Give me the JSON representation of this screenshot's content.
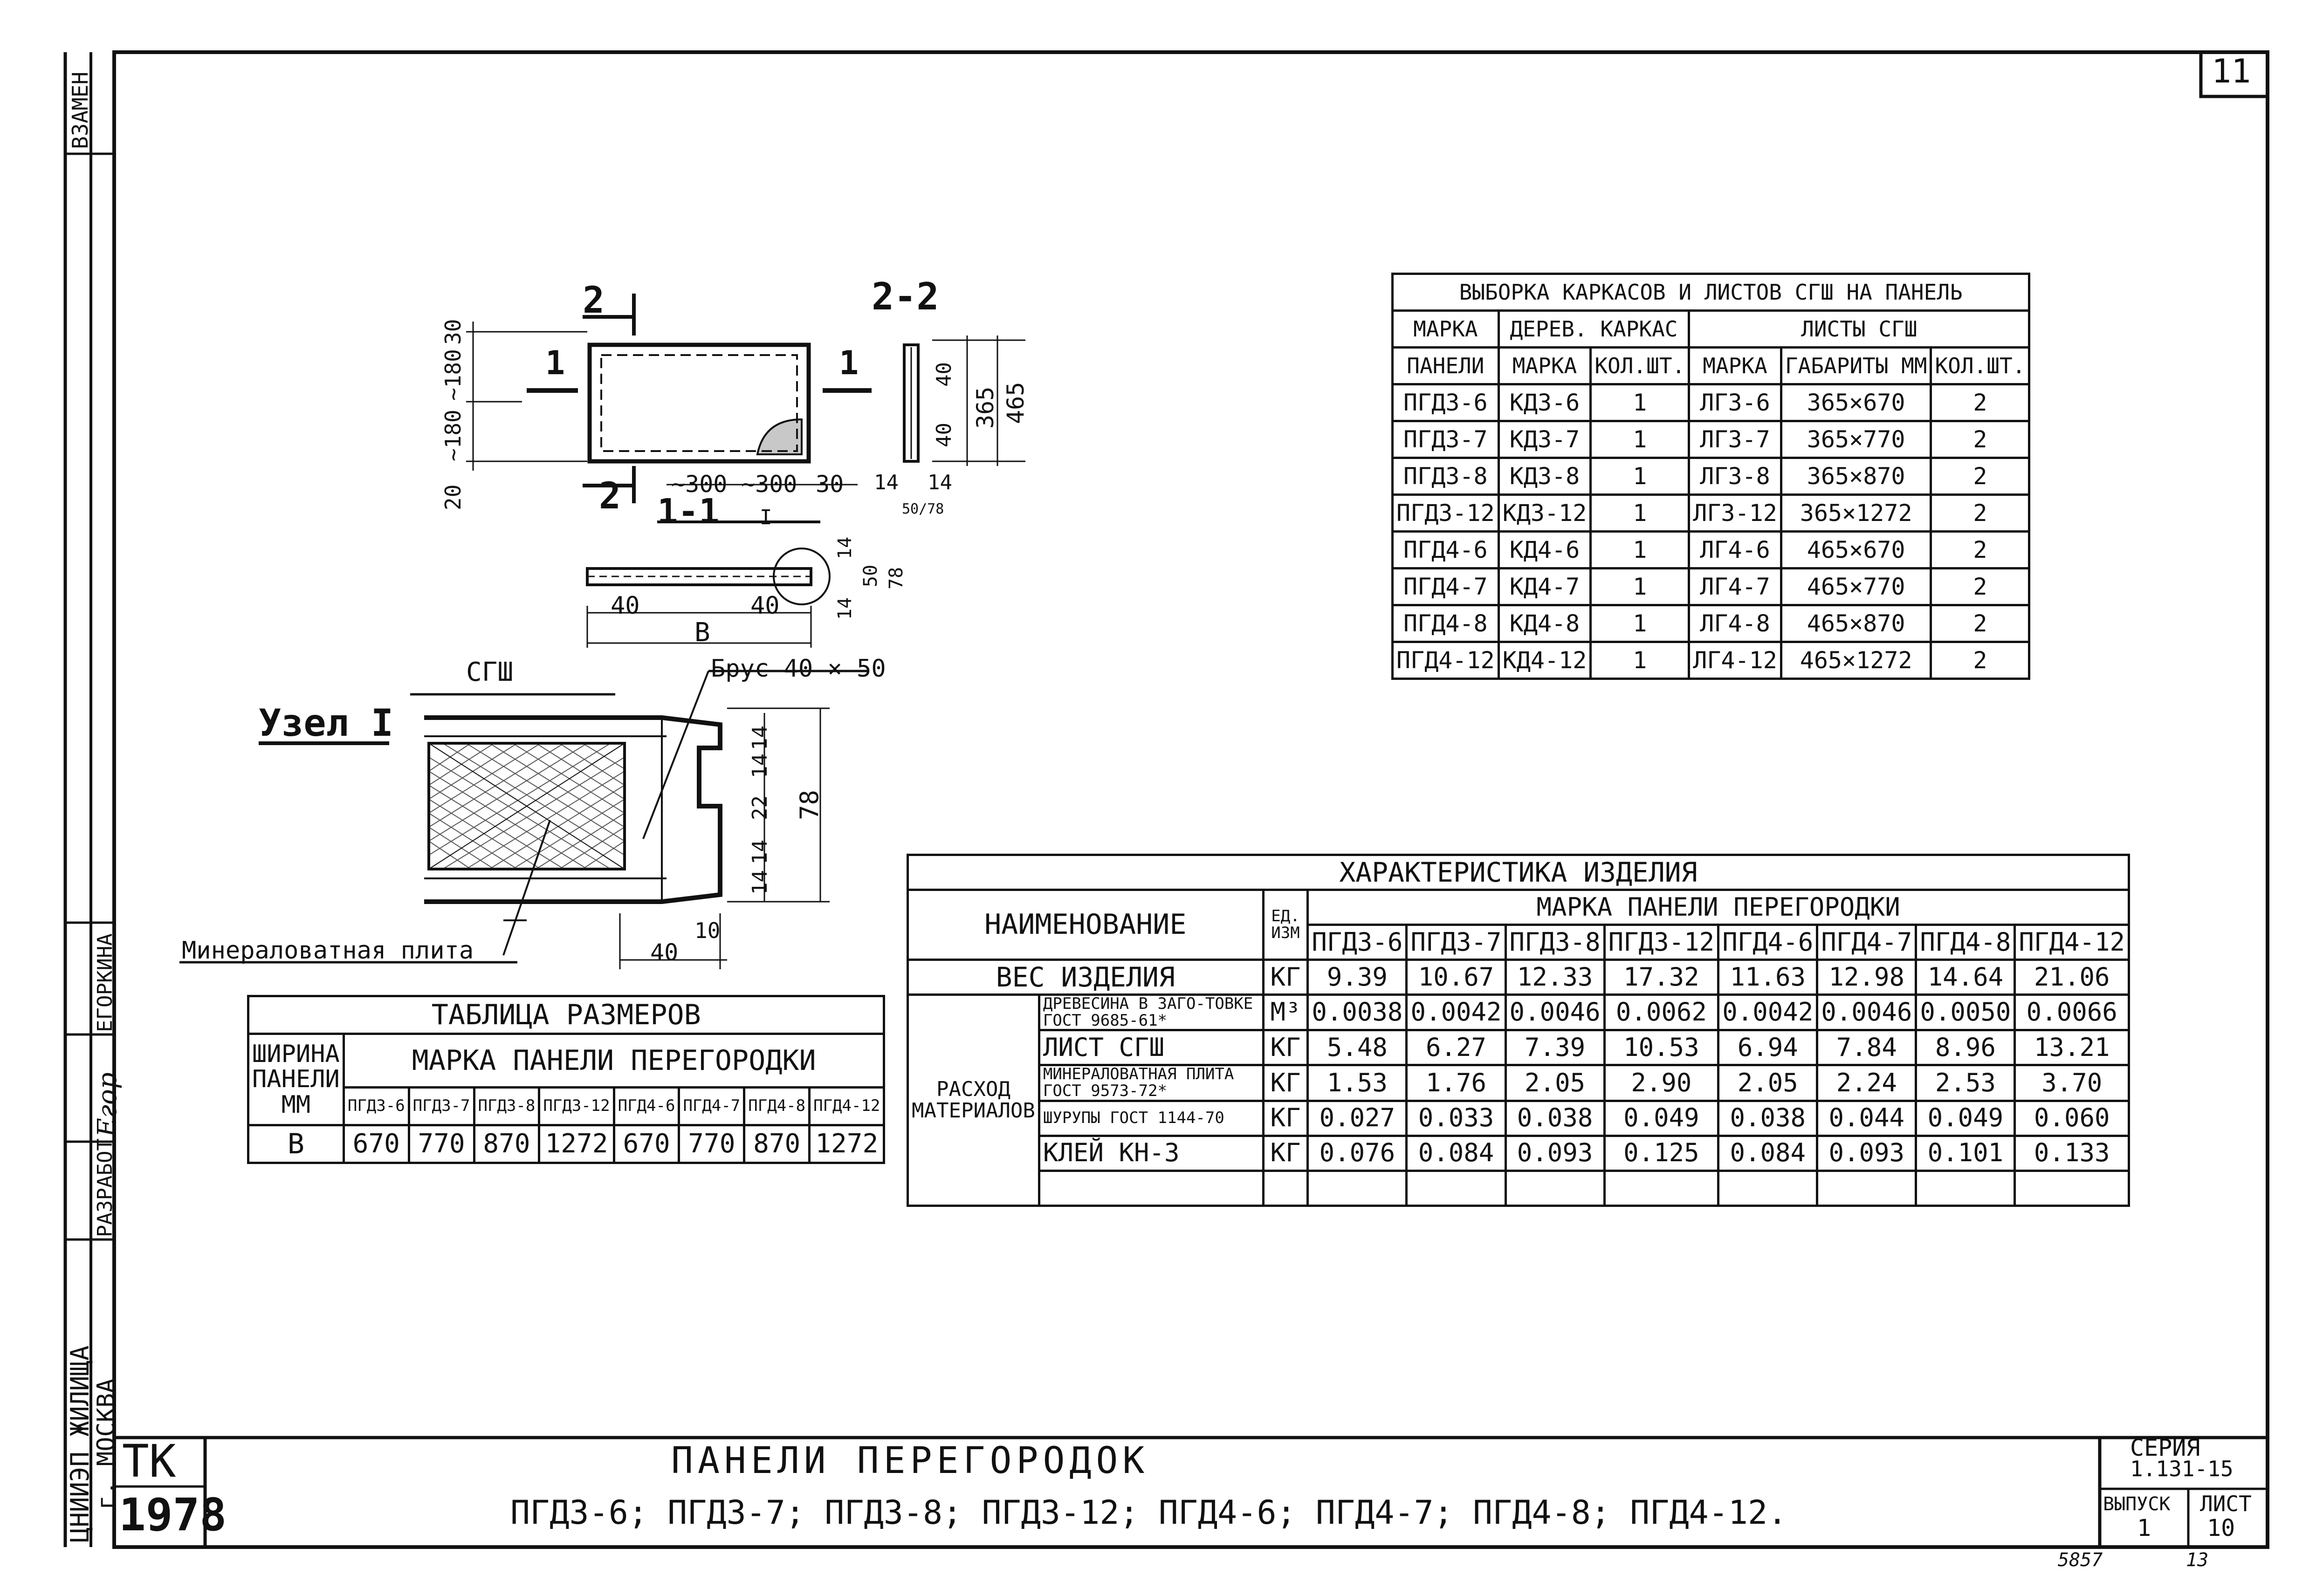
{
  "sheet_number": "11",
  "left_strip": {
    "vzamen": "ВЗАМЕН",
    "egorkina": "ЕГОРКИНА",
    "razrabot": "РАЗРАБОТ",
    "signature": "Егор",
    "org_line1": "ЦНИИЭП ЖИЛИЩА",
    "org_line2": "г. МОСКВА"
  },
  "drawing": {
    "sec_2_mark": "2",
    "sec_2_2": "2-2",
    "sec_1_mark": "1",
    "sec_1_1": "1-1",
    "node_ref": "I",
    "dim_30": "30",
    "dim_180a": "~180",
    "dim_180b": "~180",
    "dim_20": "20",
    "dim_300a": "~300",
    "dim_300b": "~300",
    "dim_30b": "30",
    "dim_14a": "14",
    "dim_14b": "14",
    "dim_40a": "40",
    "dim_40b": "40",
    "dim_365": "365",
    "dim_465": "465",
    "dim_50_78": "50/78",
    "dim_40c": "40",
    "dim_40d": "40",
    "dim_B": "В",
    "dim_14c": "14",
    "dim_50": "50",
    "dim_78": "78",
    "dim_14d": "14",
    "label_sgsh": "СГШ",
    "label_brus": "Брус 40 × 50",
    "label_uzel": "Узел I",
    "label_mineral": "Минераловатная плита",
    "uzel_14a": "14",
    "uzel_14b": "14",
    "uzel_22": "22",
    "uzel_14c": "14",
    "uzel_14d": "14",
    "uzel_78": "78",
    "uzel_10": "10",
    "uzel_40": "40"
  },
  "selection_table": {
    "title": "ВЫБОРКА КАРКАСОВ И ЛИСТОВ СГШ НА ПАНЕЛЬ",
    "h_marka": "МАРКА",
    "h_derev": "ДЕРЕВ. КАРКАС",
    "h_listy": "ЛИСТЫ СГШ",
    "h_paneli": "ПАНЕЛИ",
    "h_marka2": "МАРКА",
    "h_kol": "КОЛ.ШТ.",
    "h_marka3": "МАРКА",
    "h_gabarity": "ГАБАРИТЫ ММ",
    "h_kol2": "КОЛ.ШТ.",
    "rows": [
      [
        "ПГД3-6",
        "КД3-6",
        "1",
        "ЛГ3-6",
        "365×670",
        "2"
      ],
      [
        "ПГД3-7",
        "КД3-7",
        "1",
        "ЛГ3-7",
        "365×770",
        "2"
      ],
      [
        "ПГД3-8",
        "КД3-8",
        "1",
        "ЛГ3-8",
        "365×870",
        "2"
      ],
      [
        "ПГД3-12",
        "КД3-12",
        "1",
        "ЛГ3-12",
        "365×1272",
        "2"
      ],
      [
        "ПГД4-6",
        "КД4-6",
        "1",
        "ЛГ4-6",
        "465×670",
        "2"
      ],
      [
        "ПГД4-7",
        "КД4-7",
        "1",
        "ЛГ4-7",
        "465×770",
        "2"
      ],
      [
        "ПГД4-8",
        "КД4-8",
        "1",
        "ЛГ4-8",
        "465×870",
        "2"
      ],
      [
        "ПГД4-12",
        "КД4-12",
        "1",
        "ЛГ4-12",
        "465×1272",
        "2"
      ]
    ]
  },
  "characteristics_table": {
    "title": "ХАРАКТЕРИСТИКА ИЗДЕЛИЯ",
    "h_name": "НАИМЕНОВАНИЕ",
    "h_ed": "ЕД. ИЗМ",
    "h_marka": "МАРКА ПАНЕЛИ ПЕРЕГОРОДКИ",
    "marks": [
      "ПГД3-6",
      "ПГД3-7",
      "ПГД3-8",
      "ПГД3-12",
      "ПГД4-6",
      "ПГД4-7",
      "ПГД4-8",
      "ПГД4-12"
    ],
    "weight_label": "ВЕС ИЗДЕЛИЯ",
    "weight_unit": "КГ",
    "weight_values": [
      "9.39",
      "10.67",
      "12.33",
      "17.32",
      "11.63",
      "12.98",
      "14.64",
      "21.06"
    ],
    "consumption_label": "РАСХОД МАТЕРИАЛОВ",
    "materials": [
      {
        "name": "ДРЕВЕСИНА В ЗАГО-ТОВКЕ ГОСТ 9685-61*",
        "unit": "М³",
        "values": [
          "0.0038",
          "0.0042",
          "0.0046",
          "0.0062",
          "0.0042",
          "0.0046",
          "0.0050",
          "0.0066"
        ]
      },
      {
        "name": "ЛИСТ СГШ",
        "unit": "КГ",
        "values": [
          "5.48",
          "6.27",
          "7.39",
          "10.53",
          "6.94",
          "7.84",
          "8.96",
          "13.21"
        ]
      },
      {
        "name": "МИНЕРАЛОВАТНАЯ ПЛИТА ГОСТ 9573-72*",
        "unit": "КГ",
        "values": [
          "1.53",
          "1.76",
          "2.05",
          "2.90",
          "2.05",
          "2.24",
          "2.53",
          "3.70"
        ]
      },
      {
        "name": "ШУРУПЫ ГОСТ 1144-70",
        "unit": "КГ",
        "values": [
          "0.027",
          "0.033",
          "0.038",
          "0.049",
          "0.038",
          "0.044",
          "0.049",
          "0.060"
        ]
      },
      {
        "name": "КЛЕЙ КН-3",
        "unit": "КГ",
        "values": [
          "0.076",
          "0.084",
          "0.093",
          "0.125",
          "0.084",
          "0.093",
          "0.101",
          "0.133"
        ]
      }
    ]
  },
  "size_table": {
    "title": "ТАБЛИЦА РАЗМЕРОВ",
    "h_width": "ШИРИНА ПАНЕЛИ ММ",
    "h_marka": "МАРКА ПАНЕЛИ ПЕРЕГОРОДКИ",
    "marks": [
      "ПГД3-6",
      "ПГД3-7",
      "ПГД3-8",
      "ПГД3-12",
      "ПГД4-6",
      "ПГД4-7",
      "ПГД4-8",
      "ПГД4-12"
    ],
    "row_label": "В",
    "values": [
      "670",
      "770",
      "870",
      "1272",
      "670",
      "770",
      "870",
      "1272"
    ]
  },
  "title_block": {
    "tk": "ТК",
    "year": "1978",
    "title_line1": "ПАНЕЛИ ПЕРЕГОРОДОК",
    "title_line2": "ПГД3-6; ПГД3-7; ПГД3-8; ПГД3-12; ПГД4-6; ПГД4-7; ПГД4-8; ПГД4-12.",
    "seria_label": "СЕРИЯ",
    "seria_value": "1.131-15",
    "vypusk_label": "ВЫПУСК",
    "vypusk_value": "1",
    "list_label": "ЛИСТ",
    "list_value": "10",
    "footer_left": "5857",
    "footer_right": "13"
  }
}
